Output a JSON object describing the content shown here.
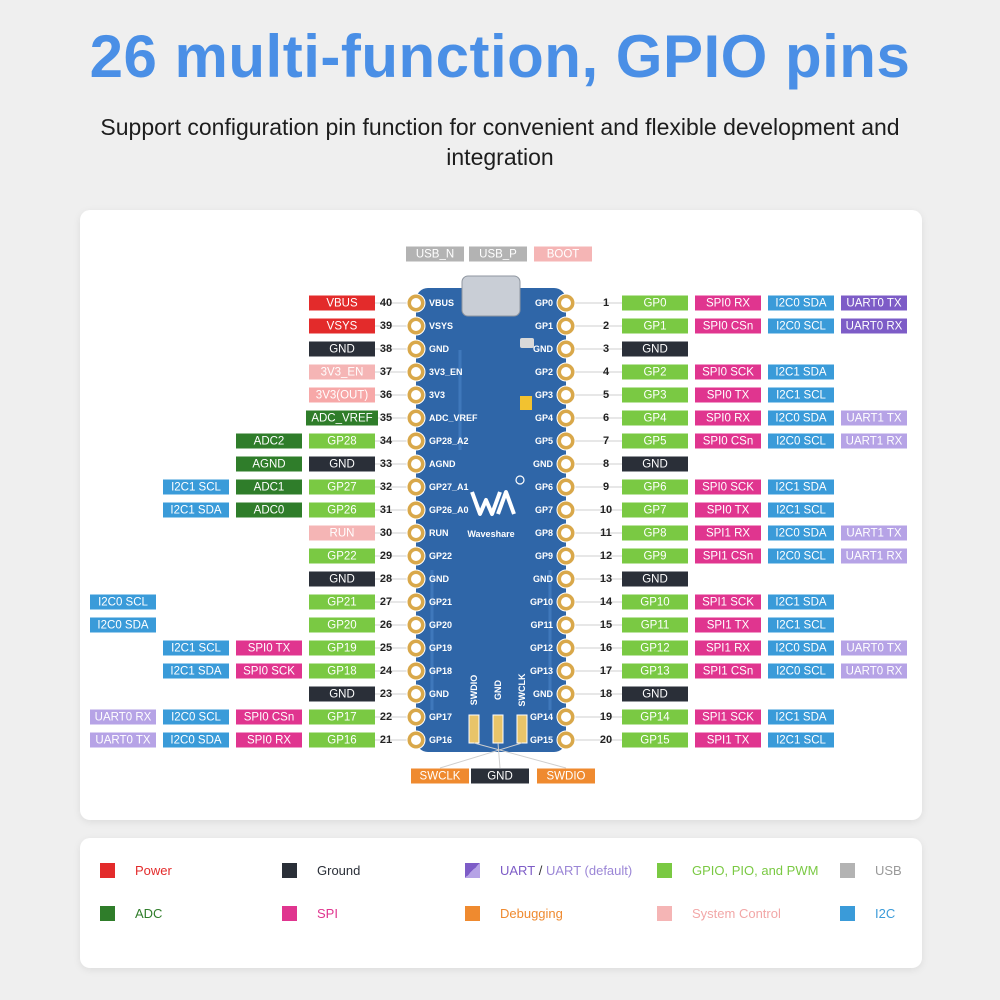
{
  "title": "26 multi-function, GPIO pins",
  "subtitle": "Support configuration pin function for convenient and flexible development and integration",
  "colors": {
    "power": "#e32b2b",
    "power_light": "#f7a8a8",
    "ground": "#2a2f38",
    "adc": "#2f7d2a",
    "gpio": "#7ac943",
    "spi": "#e0358f",
    "i2c": "#3a9bd9",
    "uart": "#7d5cc7",
    "uart_default": "#b6a3e6",
    "usb": "#b3b3b3",
    "debug": "#ef8a2f",
    "system": "#f5b5b5",
    "board": "#2f66a8",
    "title": "#4a8fe6"
  },
  "top_labels": [
    {
      "text": "USB_N",
      "type": "usb"
    },
    {
      "text": "USB_P",
      "type": "usb"
    },
    {
      "text": "BOOT",
      "type": "system"
    }
  ],
  "bottom_labels": [
    {
      "text": "SWCLK",
      "type": "debug"
    },
    {
      "text": "GND",
      "type": "ground"
    },
    {
      "text": "SWDIO",
      "type": "debug"
    }
  ],
  "board_silk": {
    "logo_text": "Waveshare",
    "debug_pads": [
      "SWDIO",
      "GND",
      "SWCLK"
    ]
  },
  "left_pins": [
    {
      "num": "40",
      "silk": "VBUS",
      "labels": [
        {
          "text": "VBUS",
          "type": "power"
        }
      ]
    },
    {
      "num": "39",
      "silk": "VSYS",
      "labels": [
        {
          "text": "VSYS",
          "type": "power"
        }
      ]
    },
    {
      "num": "38",
      "silk": "GND",
      "labels": [
        {
          "text": "GND",
          "type": "ground"
        }
      ]
    },
    {
      "num": "37",
      "silk": "3V3_EN",
      "labels": [
        {
          "text": "3V3_EN",
          "type": "system"
        }
      ]
    },
    {
      "num": "36",
      "silk": "3V3",
      "labels": [
        {
          "text": "3V3(OUT)",
          "type": "power_light"
        }
      ]
    },
    {
      "num": "35",
      "silk": "ADC_VREF",
      "labels": [
        {
          "text": "ADC_VREF",
          "type": "adc",
          "wide": true
        }
      ]
    },
    {
      "num": "34",
      "silk": "GP28_A2",
      "labels": [
        {
          "text": "GP28",
          "type": "gpio"
        },
        {
          "text": "ADC2",
          "type": "adc"
        }
      ]
    },
    {
      "num": "33",
      "silk": "AGND",
      "labels": [
        {
          "text": "GND",
          "type": "ground"
        },
        {
          "text": "AGND",
          "type": "adc"
        }
      ]
    },
    {
      "num": "32",
      "silk": "GP27_A1",
      "labels": [
        {
          "text": "GP27",
          "type": "gpio"
        },
        {
          "text": "ADC1",
          "type": "adc"
        },
        {
          "text": "I2C1 SCL",
          "type": "i2c"
        }
      ]
    },
    {
      "num": "31",
      "silk": "GP26_A0",
      "labels": [
        {
          "text": "GP26",
          "type": "gpio"
        },
        {
          "text": "ADC0",
          "type": "adc"
        },
        {
          "text": "I2C1 SDA",
          "type": "i2c"
        }
      ]
    },
    {
      "num": "30",
      "silk": "RUN",
      "labels": [
        {
          "text": "RUN",
          "type": "system"
        }
      ]
    },
    {
      "num": "29",
      "silk": "GP22",
      "labels": [
        {
          "text": "GP22",
          "type": "gpio"
        }
      ]
    },
    {
      "num": "28",
      "silk": "GND",
      "labels": [
        {
          "text": "GND",
          "type": "ground"
        }
      ]
    },
    {
      "num": "27",
      "silk": "GP21",
      "labels": [
        {
          "text": "GP21",
          "type": "gpio"
        },
        {
          "text": "I2C0 SCL",
          "type": "i2c",
          "slot": 3
        }
      ]
    },
    {
      "num": "26",
      "silk": "GP20",
      "labels": [
        {
          "text": "GP20",
          "type": "gpio"
        },
        {
          "text": "I2C0 SDA",
          "type": "i2c",
          "slot": 3
        }
      ]
    },
    {
      "num": "25",
      "silk": "GP19",
      "labels": [
        {
          "text": "GP19",
          "type": "gpio"
        },
        {
          "text": "SPI0 TX",
          "type": "spi"
        },
        {
          "text": "I2C1 SCL",
          "type": "i2c"
        }
      ]
    },
    {
      "num": "24",
      "silk": "GP18",
      "labels": [
        {
          "text": "GP18",
          "type": "gpio"
        },
        {
          "text": "SPI0 SCK",
          "type": "spi"
        },
        {
          "text": "I2C1 SDA",
          "type": "i2c"
        }
      ]
    },
    {
      "num": "23",
      "silk": "GND",
      "labels": [
        {
          "text": "GND",
          "type": "ground"
        }
      ]
    },
    {
      "num": "22",
      "silk": "GP17",
      "labels": [
        {
          "text": "GP17",
          "type": "gpio"
        },
        {
          "text": "SPI0 CSn",
          "type": "spi"
        },
        {
          "text": "I2C0 SCL",
          "type": "i2c"
        },
        {
          "text": "UART0 RX",
          "type": "uart_default"
        }
      ]
    },
    {
      "num": "21",
      "silk": "GP16",
      "labels": [
        {
          "text": "GP16",
          "type": "gpio"
        },
        {
          "text": "SPI0 RX",
          "type": "spi"
        },
        {
          "text": "I2C0 SDA",
          "type": "i2c"
        },
        {
          "text": "UART0 TX",
          "type": "uart_default"
        }
      ]
    }
  ],
  "right_pins": [
    {
      "num": "1",
      "silk": "GP0",
      "labels": [
        {
          "text": "GP0",
          "type": "gpio"
        },
        {
          "text": "SPI0 RX",
          "type": "spi"
        },
        {
          "text": "I2C0 SDA",
          "type": "i2c"
        },
        {
          "text": "UART0 TX",
          "type": "uart"
        }
      ]
    },
    {
      "num": "2",
      "silk": "GP1",
      "labels": [
        {
          "text": "GP1",
          "type": "gpio"
        },
        {
          "text": "SPI0 CSn",
          "type": "spi"
        },
        {
          "text": "I2C0 SCL",
          "type": "i2c"
        },
        {
          "text": "UART0 RX",
          "type": "uart"
        }
      ]
    },
    {
      "num": "3",
      "silk": "GND",
      "labels": [
        {
          "text": "GND",
          "type": "ground"
        }
      ]
    },
    {
      "num": "4",
      "silk": "GP2",
      "labels": [
        {
          "text": "GP2",
          "type": "gpio"
        },
        {
          "text": "SPI0 SCK",
          "type": "spi"
        },
        {
          "text": "I2C1 SDA",
          "type": "i2c"
        }
      ]
    },
    {
      "num": "5",
      "silk": "GP3",
      "labels": [
        {
          "text": "GP3",
          "type": "gpio"
        },
        {
          "text": "SPI0 TX",
          "type": "spi"
        },
        {
          "text": "I2C1 SCL",
          "type": "i2c"
        }
      ]
    },
    {
      "num": "6",
      "silk": "GP4",
      "labels": [
        {
          "text": "GP4",
          "type": "gpio"
        },
        {
          "text": "SPI0 RX",
          "type": "spi"
        },
        {
          "text": "I2C0 SDA",
          "type": "i2c"
        },
        {
          "text": "UART1 TX",
          "type": "uart_default"
        }
      ]
    },
    {
      "num": "7",
      "silk": "GP5",
      "labels": [
        {
          "text": "GP5",
          "type": "gpio"
        },
        {
          "text": "SPI0 CSn",
          "type": "spi"
        },
        {
          "text": "I2C0 SCL",
          "type": "i2c"
        },
        {
          "text": "UART1 RX",
          "type": "uart_default"
        }
      ]
    },
    {
      "num": "8",
      "silk": "GND",
      "labels": [
        {
          "text": "GND",
          "type": "ground"
        }
      ]
    },
    {
      "num": "9",
      "silk": "GP6",
      "labels": [
        {
          "text": "GP6",
          "type": "gpio"
        },
        {
          "text": "SPI0 SCK",
          "type": "spi"
        },
        {
          "text": "I2C1 SDA",
          "type": "i2c"
        }
      ]
    },
    {
      "num": "10",
      "silk": "GP7",
      "labels": [
        {
          "text": "GP7",
          "type": "gpio"
        },
        {
          "text": "SPI0 TX",
          "type": "spi"
        },
        {
          "text": "I2C1 SCL",
          "type": "i2c"
        }
      ]
    },
    {
      "num": "11",
      "silk": "GP8",
      "labels": [
        {
          "text": "GP8",
          "type": "gpio"
        },
        {
          "text": "SPI1 RX",
          "type": "spi"
        },
        {
          "text": "I2C0 SDA",
          "type": "i2c"
        },
        {
          "text": "UART1 TX",
          "type": "uart_default"
        }
      ]
    },
    {
      "num": "12",
      "silk": "GP9",
      "labels": [
        {
          "text": "GP9",
          "type": "gpio"
        },
        {
          "text": "SPI1 CSn",
          "type": "spi"
        },
        {
          "text": "I2C0 SCL",
          "type": "i2c"
        },
        {
          "text": "UART1 RX",
          "type": "uart_default"
        }
      ]
    },
    {
      "num": "13",
      "silk": "GND",
      "labels": [
        {
          "text": "GND",
          "type": "ground"
        }
      ]
    },
    {
      "num": "14",
      "silk": "GP10",
      "labels": [
        {
          "text": "GP10",
          "type": "gpio"
        },
        {
          "text": "SPI1 SCK",
          "type": "spi"
        },
        {
          "text": "I2C1 SDA",
          "type": "i2c"
        }
      ]
    },
    {
      "num": "15",
      "silk": "GP11",
      "labels": [
        {
          "text": "GP11",
          "type": "gpio"
        },
        {
          "text": "SPI1 TX",
          "type": "spi"
        },
        {
          "text": "I2C1 SCL",
          "type": "i2c"
        }
      ]
    },
    {
      "num": "16",
      "silk": "GP12",
      "labels": [
        {
          "text": "GP12",
          "type": "gpio"
        },
        {
          "text": "SPI1 RX",
          "type": "spi"
        },
        {
          "text": "I2C0 SDA",
          "type": "i2c"
        },
        {
          "text": "UART0 TX",
          "type": "uart_default"
        }
      ]
    },
    {
      "num": "17",
      "silk": "GP13",
      "labels": [
        {
          "text": "GP13",
          "type": "gpio"
        },
        {
          "text": "SPI1 CSn",
          "type": "spi"
        },
        {
          "text": "I2C0 SCL",
          "type": "i2c"
        },
        {
          "text": "UART0 RX",
          "type": "uart_default"
        }
      ]
    },
    {
      "num": "18",
      "silk": "GND",
      "labels": [
        {
          "text": "GND",
          "type": "ground"
        }
      ]
    },
    {
      "num": "19",
      "silk": "GP14",
      "labels": [
        {
          "text": "GP14",
          "type": "gpio"
        },
        {
          "text": "SPI1 SCK",
          "type": "spi"
        },
        {
          "text": "I2C1 SDA",
          "type": "i2c"
        }
      ]
    },
    {
      "num": "20",
      "silk": "GP15",
      "labels": [
        {
          "text": "GP15",
          "type": "gpio"
        },
        {
          "text": "SPI1 TX",
          "type": "spi"
        },
        {
          "text": "I2C1 SCL",
          "type": "i2c"
        }
      ]
    }
  ],
  "legend": [
    {
      "id": "power",
      "swatch": "#e32b2b",
      "parts": [
        {
          "text": "Power",
          "color": "#e32b2b"
        }
      ]
    },
    {
      "id": "ground",
      "swatch": "#2a2f38",
      "parts": [
        {
          "text": "Ground",
          "color": "#2a2f38"
        }
      ]
    },
    {
      "id": "uart",
      "swatch": "uart",
      "parts": [
        {
          "text": "UART",
          "color": "#7d5cc7"
        },
        {
          "text": " / ",
          "color": "#333333"
        },
        {
          "text": "UART (default)",
          "color": "#9b86d6"
        }
      ]
    },
    {
      "id": "gpio",
      "swatch": "#7ac943",
      "parts": [
        {
          "text": "GPIO, PIO, and PWM",
          "color": "#7ac943"
        }
      ]
    },
    {
      "id": "usb",
      "swatch": "#b3b3b3",
      "parts": [
        {
          "text": "USB",
          "color": "#999999"
        }
      ]
    },
    {
      "id": "adc",
      "swatch": "#2f7d2a",
      "parts": [
        {
          "text": "ADC",
          "color": "#2f7d2a"
        }
      ]
    },
    {
      "id": "spi",
      "swatch": "#e0358f",
      "parts": [
        {
          "text": "SPI",
          "color": "#e0358f"
        }
      ]
    },
    {
      "id": "debug",
      "swatch": "#ef8a2f",
      "parts": [
        {
          "text": "Debugging",
          "color": "#ef8a2f"
        }
      ]
    },
    {
      "id": "system",
      "swatch": "#f5b5b5",
      "parts": [
        {
          "text": "System Control",
          "color": "#f2a7a7"
        }
      ]
    },
    {
      "id": "i2c",
      "swatch": "#3a9bd9",
      "parts": [
        {
          "text": "I2C",
          "color": "#3a9bd9"
        }
      ]
    }
  ]
}
